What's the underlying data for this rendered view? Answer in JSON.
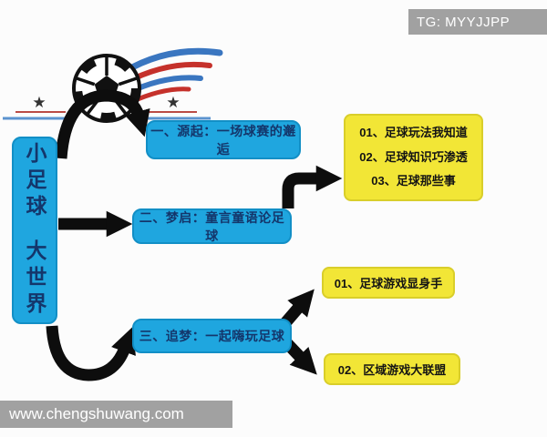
{
  "watermarks": {
    "top_right": "TG: MYYJJPP",
    "bottom_left": "www.chengshuwang.com"
  },
  "root": {
    "label_top": "小足球",
    "label_bottom": "大世界"
  },
  "branches": [
    {
      "label": "一、源起：一场球赛的邂逅",
      "children": []
    },
    {
      "label": "二、梦启：童言童语论足球",
      "children": [
        "01、足球玩法我知道",
        "02、足球知识巧渗透",
        "03、足球那些事"
      ]
    },
    {
      "label": "三、追梦：一起嗨玩足球",
      "children": [
        "01、足球游戏显身手",
        "02、区域游戏大联盟"
      ]
    }
  ],
  "icons": {
    "soccer_ball": "soccer-ball-icon",
    "swoosh": "motion-swoosh-icon",
    "stars": "star-icon"
  },
  "colors": {
    "branch_fill": "#1fa6df",
    "branch_text": "#14366b",
    "leaf_fill": "#f2e636",
    "leaf_text": "#141414",
    "arrow": "#0d0d0d",
    "watermark_bg": "#a1a1a1",
    "swoosh_blue": "#3a76c0",
    "swoosh_red": "#c5312b",
    "underline_red": "#bb4b45",
    "underline_blue": "#5b93cf"
  }
}
